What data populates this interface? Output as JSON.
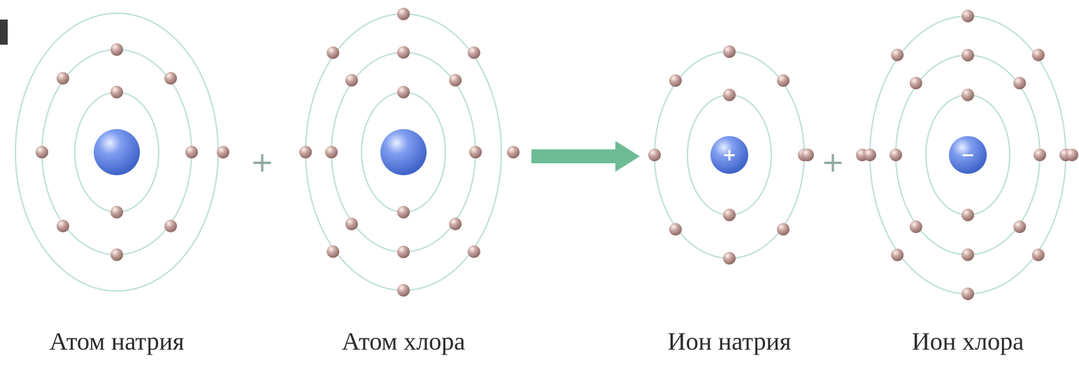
{
  "colors": {
    "orbit": "#bfe0d6",
    "nucleus": "#3f63c9",
    "electron": "#c9a49f",
    "arrow": "#6dbb95",
    "plus_sign": "#8fa9a0",
    "text": "#2a2a2a"
  },
  "labels": {
    "sodium_atom": "Атом натрия",
    "chlorine_atom": "Атом хлора",
    "sodium_ion": "Ион натрия",
    "chlorine_ion": "Ион хлора"
  },
  "signs": {
    "plus": "+",
    "cation_charge": "+",
    "anion_charge": "−"
  },
  "particles": [
    {
      "id": "sodium-atom",
      "shells": [
        2,
        8,
        1
      ]
    },
    {
      "id": "chlorine-atom",
      "shells": [
        2,
        8,
        7
      ]
    },
    {
      "id": "sodium-ion",
      "shells": [
        2,
        8
      ]
    },
    {
      "id": "chlorine-ion",
      "shells": [
        2,
        8,
        8
      ]
    }
  ]
}
